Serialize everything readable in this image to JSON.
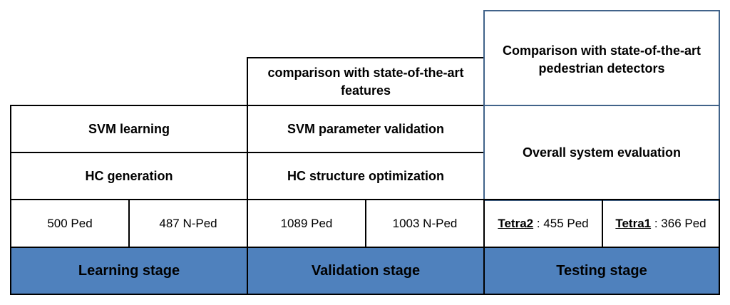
{
  "learning": {
    "svm_learning": "SVM learning",
    "hc_generation": "HC generation",
    "ped_count": "500 Ped",
    "nped_count": "487 N-Ped",
    "stage_label": "Learning stage"
  },
  "validation": {
    "comparison_features": "comparison with state-of-the-art features",
    "svm_param_validation": "SVM parameter validation",
    "hc_structure_optimization": "HC structure optimization",
    "ped_count": "1089 Ped",
    "nped_count": "1003 N-Ped",
    "stage_label": "Validation stage"
  },
  "testing": {
    "comparison_detectors": "Comparison with state-of-the-art pedestrian detectors",
    "overall_evaluation": "Overall system evaluation",
    "tetra2_name": "Tetra2",
    "tetra2_count": " : 455 Ped",
    "tetra1_name": "Tetra1",
    "tetra1_count": " : 366 Ped",
    "stage_label": "Testing stage"
  },
  "colors": {
    "stage_fill": "#4f81bd",
    "testing_border": "#41638a"
  }
}
